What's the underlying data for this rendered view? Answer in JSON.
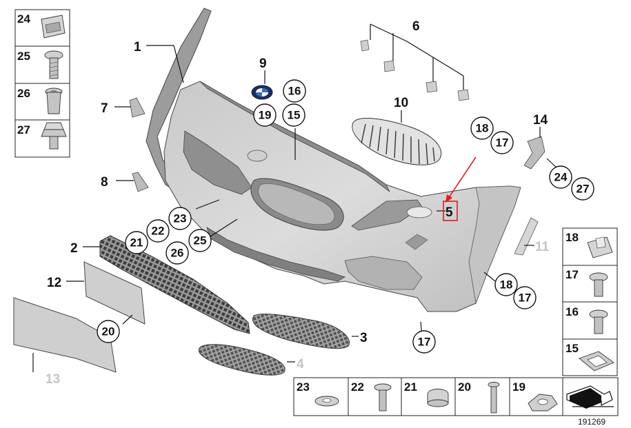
{
  "diagram": {
    "reference_number": "191269",
    "colors": {
      "part_fill": "#d3d3d3",
      "part_shadow": "#a9a9a9",
      "line": "#111111",
      "highlight": "#e21b1b",
      "ghost_label": "#c4c4c4"
    },
    "callouts": {
      "c1": "1",
      "c2": "2",
      "c3": "3",
      "c4": "4",
      "c5": "5",
      "c6": "6",
      "c7": "7",
      "c8": "8",
      "c9": "9",
      "c10": "10",
      "c11": "11",
      "c12": "12",
      "c13": "13",
      "c14": "14"
    },
    "circle_callouts": {
      "k16a": "16",
      "k19a": "19",
      "k15a": "15",
      "k18a": "18",
      "k17a": "17",
      "k24a": "24",
      "k27a": "27",
      "k23a": "23",
      "k22a": "22",
      "k21a": "21",
      "k26a": "26",
      "k25a": "25",
      "k18b": "18",
      "k17b": "17",
      "k17c": "17",
      "k20a": "20"
    },
    "left_column": [
      {
        "number": "24",
        "icon": "spring-clip-icon"
      },
      {
        "number": "25",
        "icon": "pan-screw-icon"
      },
      {
        "number": "26",
        "icon": "sleeve-icon"
      },
      {
        "number": "27",
        "icon": "collar-nut-icon"
      }
    ],
    "right_column": [
      {
        "number": "18",
        "icon": "spring-nut-icon"
      },
      {
        "number": "17",
        "icon": "pan-screw-icon"
      },
      {
        "number": "16",
        "icon": "pan-screw-icon"
      },
      {
        "number": "15",
        "icon": "square-grommet-icon"
      }
    ],
    "bottom_row": [
      {
        "number": "23",
        "icon": "washer-icon"
      },
      {
        "number": "22",
        "icon": "screw-icon"
      },
      {
        "number": "21",
        "icon": "cap-icon"
      },
      {
        "number": "20",
        "icon": "bolt-icon"
      },
      {
        "number": "19",
        "icon": "flange-nut-icon"
      },
      {
        "number": "",
        "icon": "arrow-symbol-icon"
      }
    ]
  }
}
